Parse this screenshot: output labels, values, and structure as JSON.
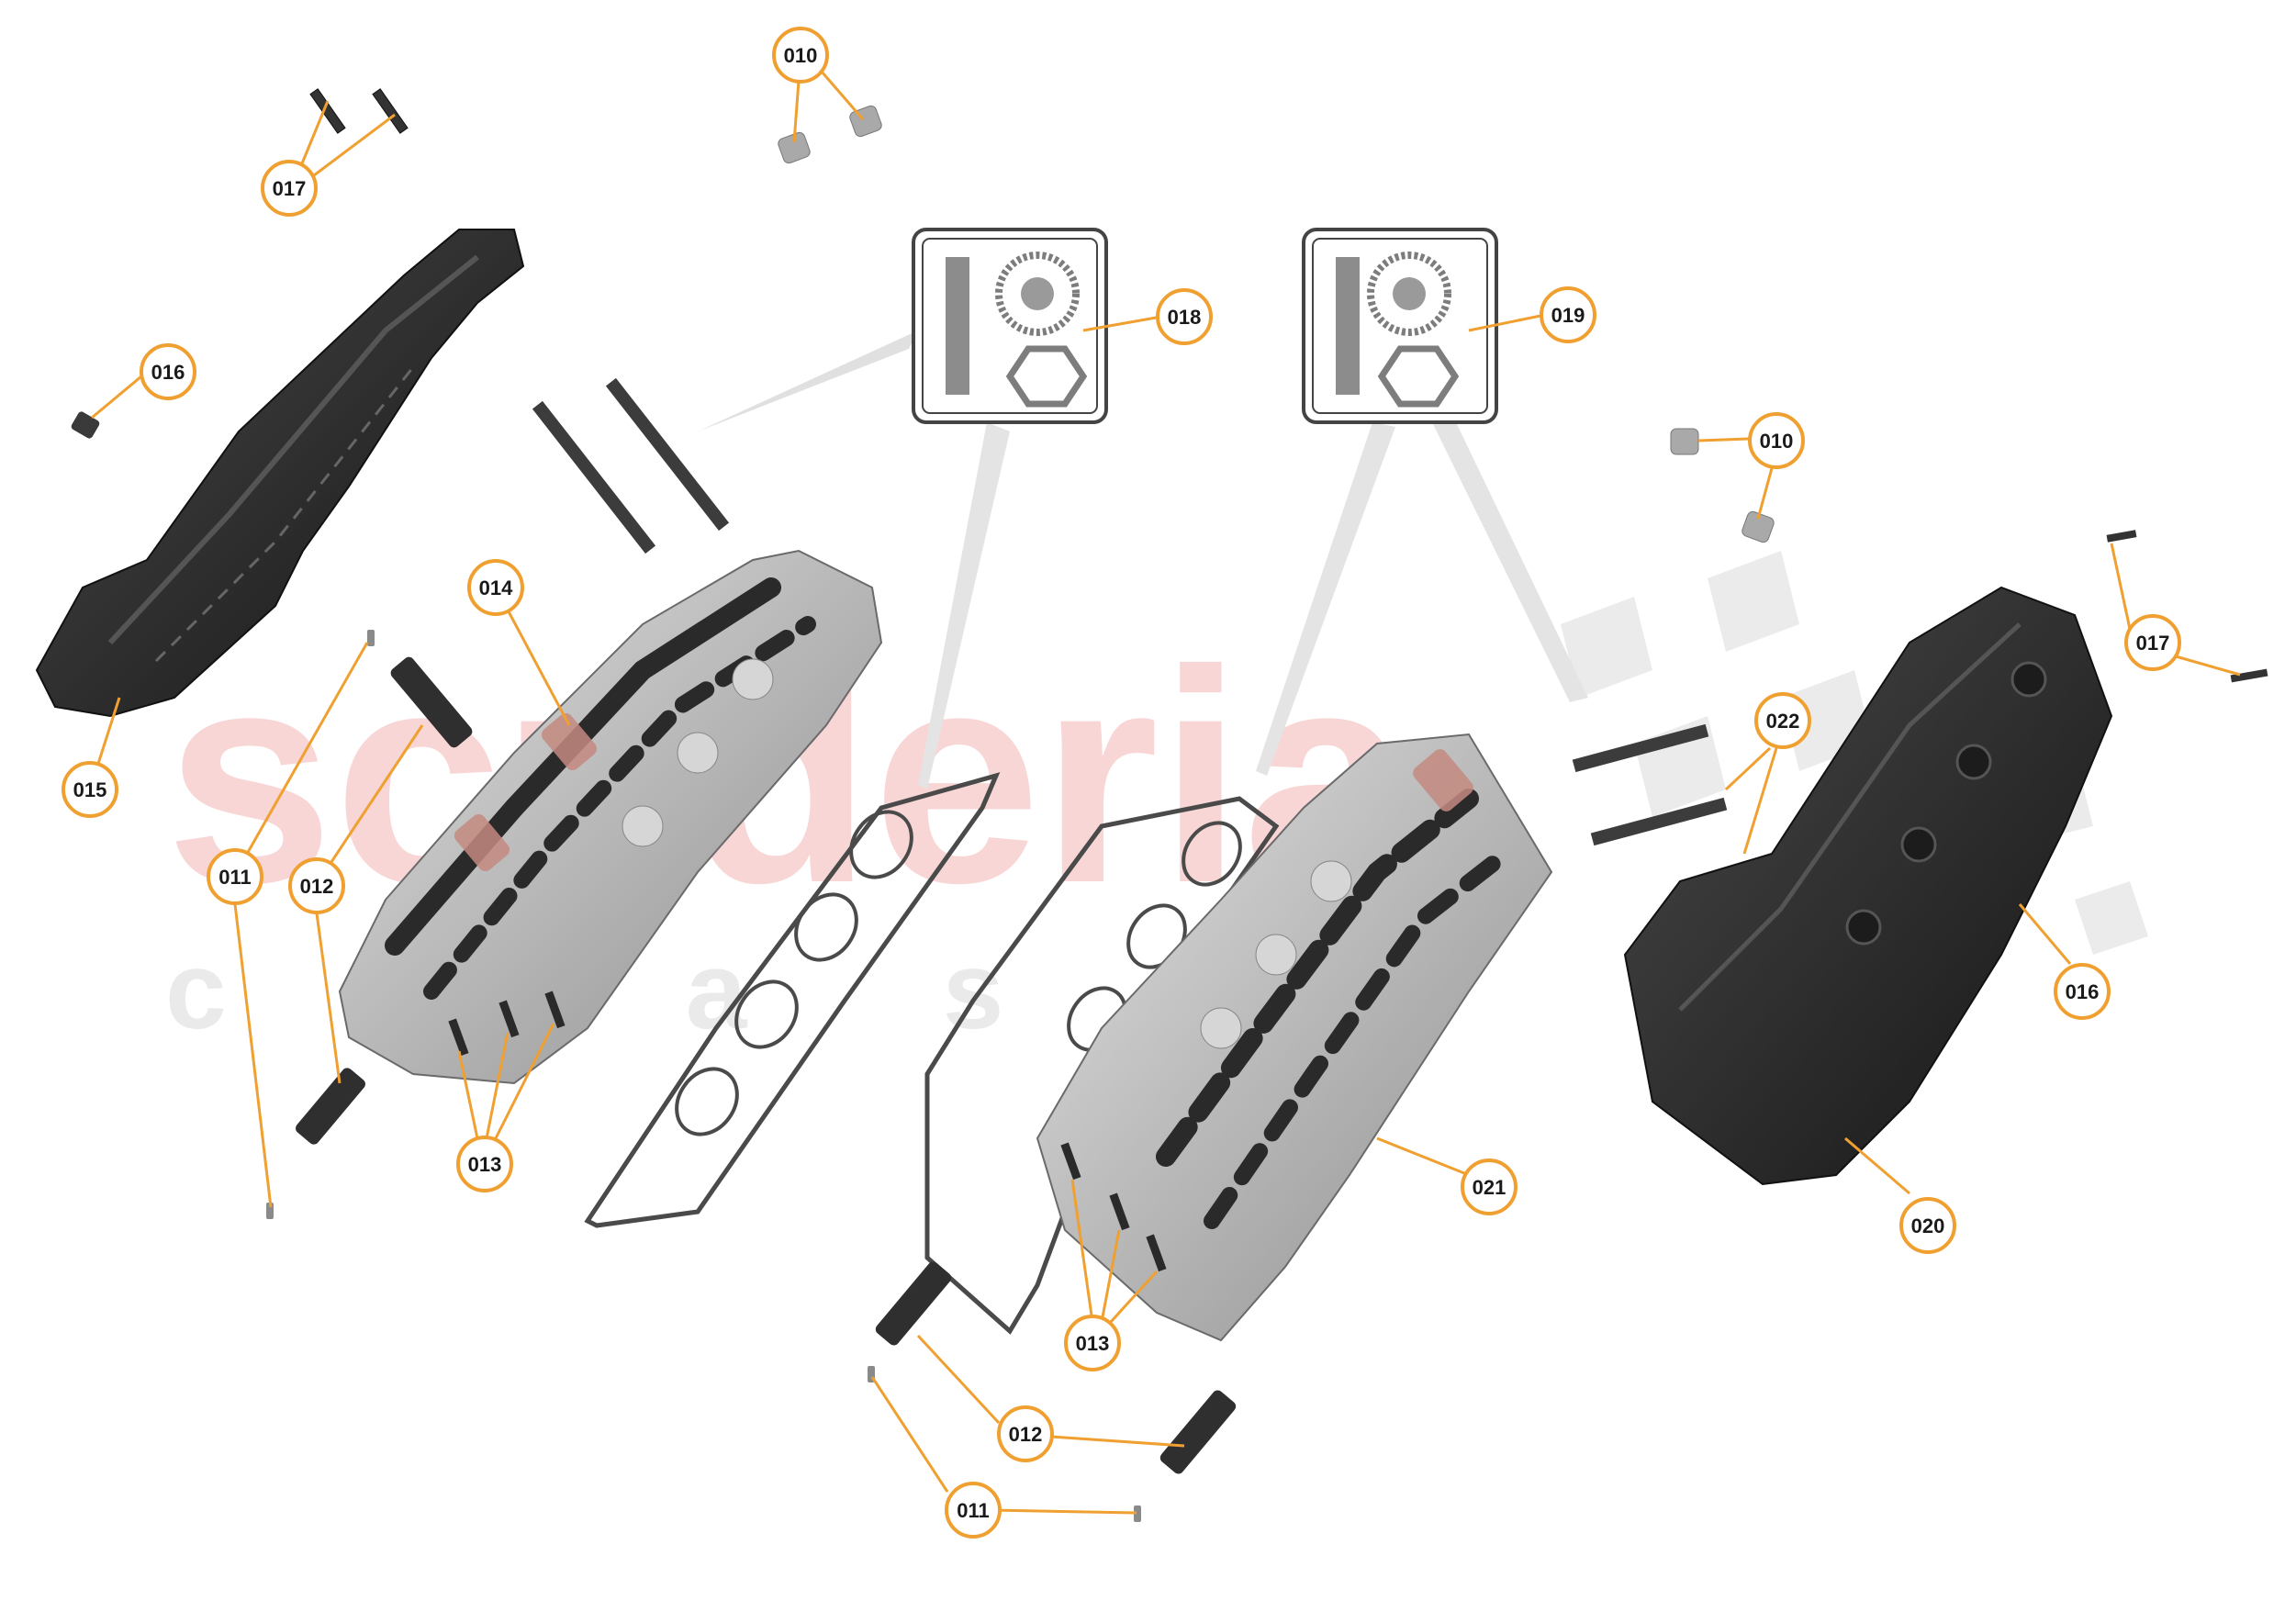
{
  "watermark": {
    "brand": "scuderia",
    "sub": "c   p   a   s"
  },
  "colors": {
    "callout_ring": "#f0a030",
    "callout_fill": "#ffffff",
    "leader": "#f0a030",
    "watermark": "#f7c9c9",
    "dark_part": "#2b2b2b",
    "aluminium": "#bdbdbd",
    "copper": "#c48a80",
    "icon_border": "#444444",
    "icon_fill": "#8c8c8c"
  },
  "kit_icons": [
    {
      "name": "parts-kit-icon",
      "callout": "018"
    },
    {
      "name": "parts-kit-icon",
      "callout": "019"
    }
  ],
  "callouts": [
    {
      "id": "c010a",
      "label": "010"
    },
    {
      "id": "c017a",
      "label": "017"
    },
    {
      "id": "c016a",
      "label": "016"
    },
    {
      "id": "c015",
      "label": "015"
    },
    {
      "id": "c014",
      "label": "014"
    },
    {
      "id": "c011a",
      "label": "011"
    },
    {
      "id": "c012a",
      "label": "012"
    },
    {
      "id": "c013a",
      "label": "013"
    },
    {
      "id": "c018",
      "label": "018"
    },
    {
      "id": "c019",
      "label": "019"
    },
    {
      "id": "c010b",
      "label": "010"
    },
    {
      "id": "c017b",
      "label": "017"
    },
    {
      "id": "c022",
      "label": "022"
    },
    {
      "id": "c016b",
      "label": "016"
    },
    {
      "id": "c021",
      "label": "021"
    },
    {
      "id": "c020",
      "label": "020"
    },
    {
      "id": "c013b",
      "label": "013"
    },
    {
      "id": "c012b",
      "label": "012"
    },
    {
      "id": "c011b",
      "label": "011"
    }
  ]
}
